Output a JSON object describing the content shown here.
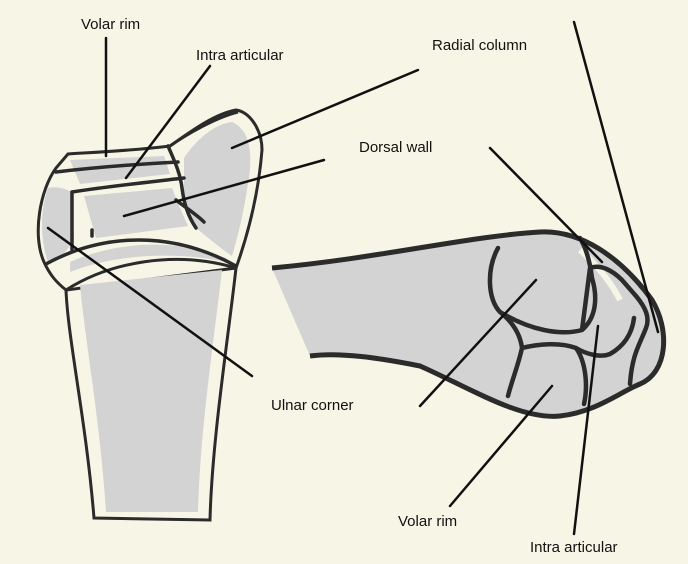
{
  "colors": {
    "background": "#f7f6e6",
    "bone_fill": "#d3d3d3",
    "bone_outline": "#2b2b2b",
    "leader_line": "#111111"
  },
  "labels": {
    "left_volar_rim": "Volar rim",
    "left_intra_articular": "Intra articular",
    "radial_column": "Radial column",
    "dorsal_wall": "Dorsal wall",
    "ulnar_corner": "Ulnar corner",
    "right_volar_rim": "Volar rim",
    "right_intra_articular": "Intra articular"
  }
}
